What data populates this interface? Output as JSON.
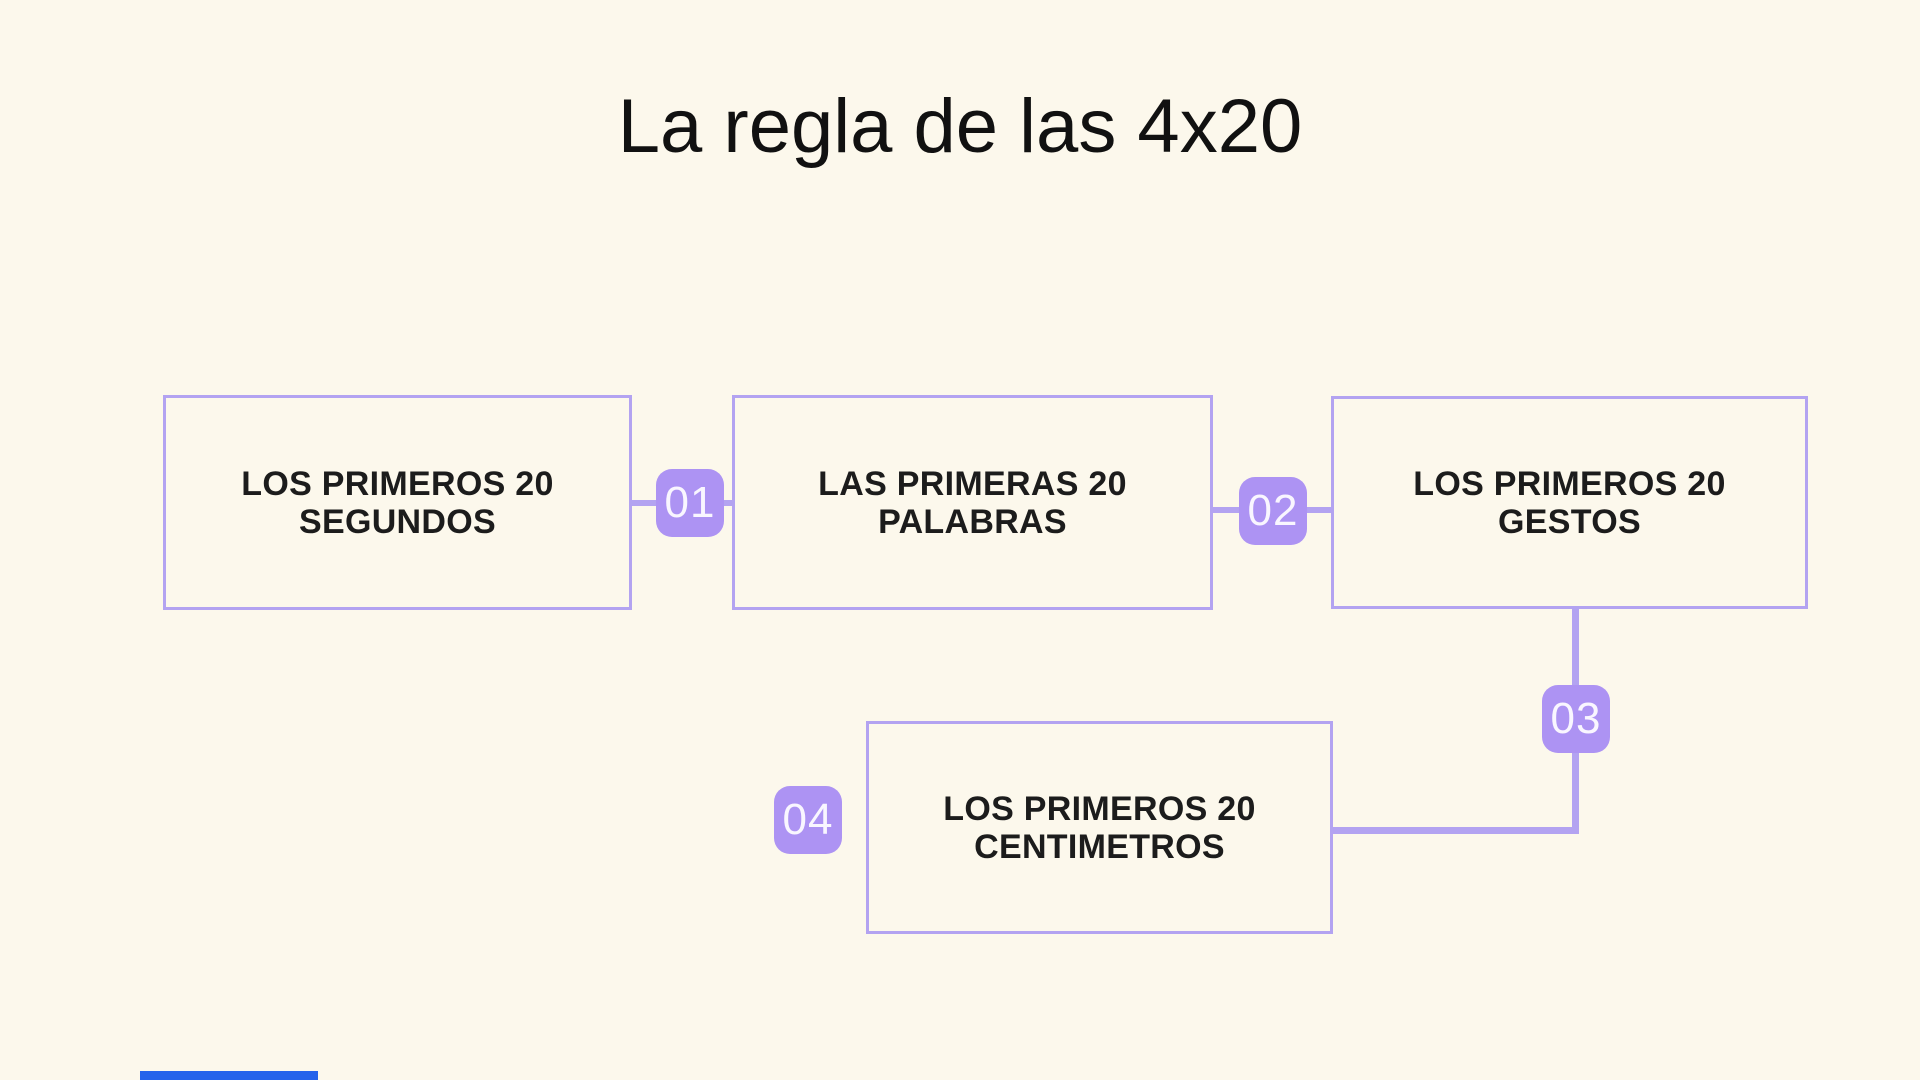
{
  "title": "La regla de las 4x20",
  "boxes": [
    {
      "line1": "LOS PRIMEROS 20",
      "line2": "SEGUNDOS"
    },
    {
      "line1": "LAS PRIMERAS 20",
      "line2": "PALABRAS"
    },
    {
      "line1": "LOS PRIMEROS 20",
      "line2": "GESTOS"
    },
    {
      "line1": "LOS PRIMEROS 20",
      "line2": "CENTIMETROS"
    }
  ],
  "badges": [
    {
      "label": "01"
    },
    {
      "label": "02"
    },
    {
      "label": "03"
    },
    {
      "label": "04"
    }
  ],
  "colors": {
    "background": "#fcf8ec",
    "accent_border": "#b3a3f1",
    "accent_badge": "#ad93f3",
    "badge_text": "#f9f6ff",
    "text_dark": "#1c1c1c",
    "bottom_bar_blue": "#2563eb"
  }
}
